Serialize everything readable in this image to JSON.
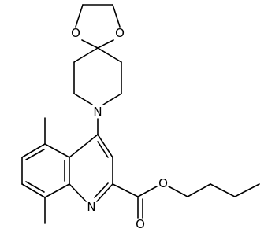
{
  "molecule": {
    "atoms": {
      "O_ketal_left": "O",
      "O_ketal_right": "O",
      "N_piperidine": "N",
      "N_quinoline": "N",
      "O_ester_carbonyl": "O",
      "O_ester_link": "O"
    }
  }
}
